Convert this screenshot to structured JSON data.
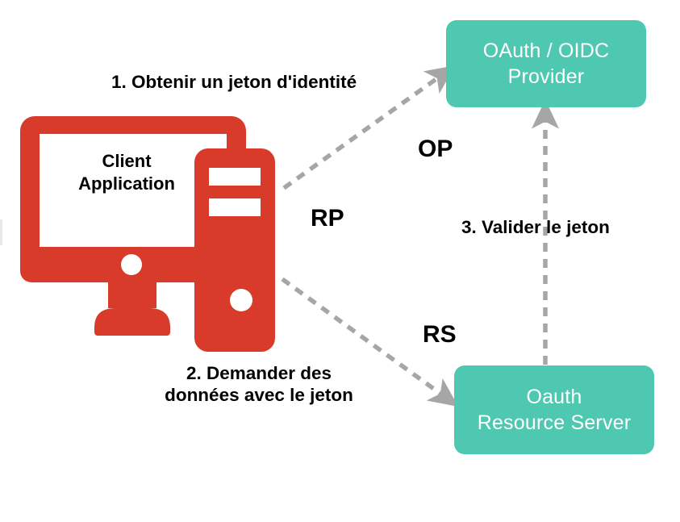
{
  "diagram": {
    "title": "OAuth / OIDC flow (French)",
    "colors": {
      "teal": "#4ec8b0",
      "red": "#d93b2b",
      "arrow_gray": "#a6a6a6",
      "text_black": "#000000",
      "box_text_white": "#ffffff",
      "background": "#ffffff"
    }
  },
  "nodes": {
    "client": {
      "screen_line1": "Client",
      "screen_line2": "Application",
      "role": "RP"
    },
    "provider": {
      "line1": "OAuth / OIDC",
      "line2": "Provider",
      "role": "OP"
    },
    "resource_server": {
      "line1": "Oauth",
      "line2": "Resource Server",
      "role": "RS"
    }
  },
  "steps": [
    {
      "id": "step1",
      "label": "1. Obtenir un jeton d'identité",
      "from": "client",
      "to": "provider"
    },
    {
      "id": "step2",
      "label_line1": "2. Demander des",
      "label_line2": "données avec le jeton",
      "from": "client",
      "to": "resource_server"
    },
    {
      "id": "step3",
      "label": "3. Valider le jeton",
      "from": "resource_server",
      "to": "provider"
    }
  ]
}
